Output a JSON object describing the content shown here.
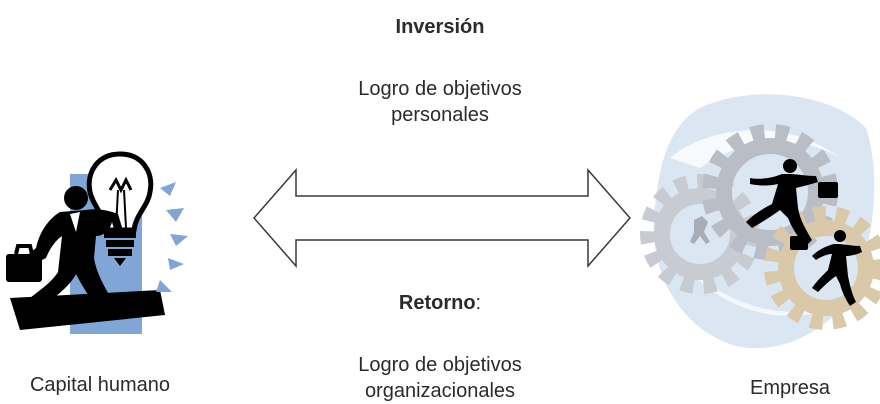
{
  "top": {
    "heading": "Inversión",
    "subtext_line1": "Logro de objetivos",
    "subtext_line2": "personales"
  },
  "bottom": {
    "heading": "Retorno",
    "heading_suffix": ":",
    "subtext_line1": "Logro de objetivos",
    "subtext_line2": "organizacionales"
  },
  "left": {
    "label": "Capital humano",
    "icon": "lightbulb-businessman-icon"
  },
  "right": {
    "label": "Empresa",
    "icon": "gears-businessmen-icon"
  },
  "connector": {
    "icon": "double-headed-arrow"
  },
  "colors": {
    "text": "#2b2b2b",
    "accent_blue": "#7fa6d6",
    "black": "#000000",
    "gear_grey": "#c8ccd2",
    "gear_tan": "#d9c9a8",
    "swirl_blue": "#dbe6f3"
  }
}
